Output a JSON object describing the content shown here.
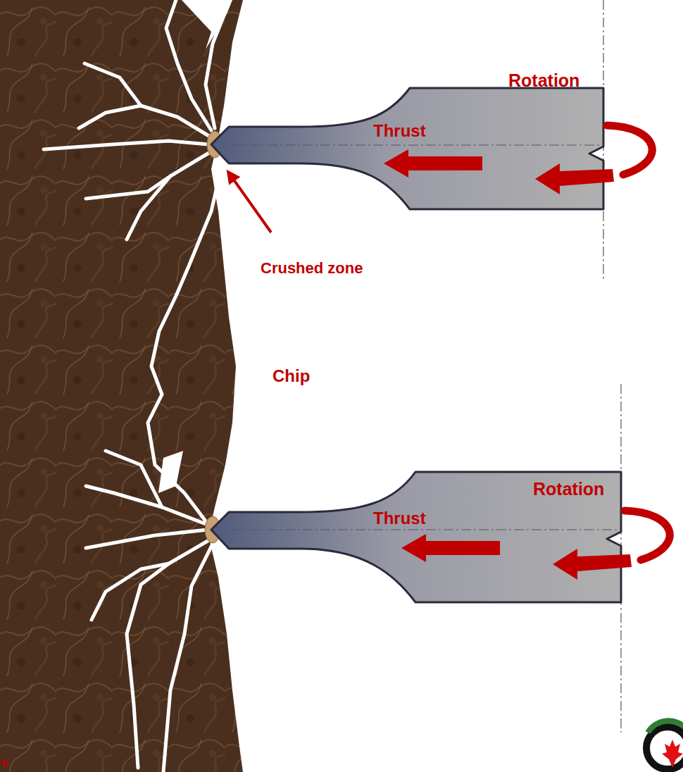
{
  "diagram": {
    "labels": [
      "Rotation",
      "Thrust",
      "Crushed zone",
      "Chip",
      "Rotation",
      "Thrust",
      "e"
    ]
  }
}
